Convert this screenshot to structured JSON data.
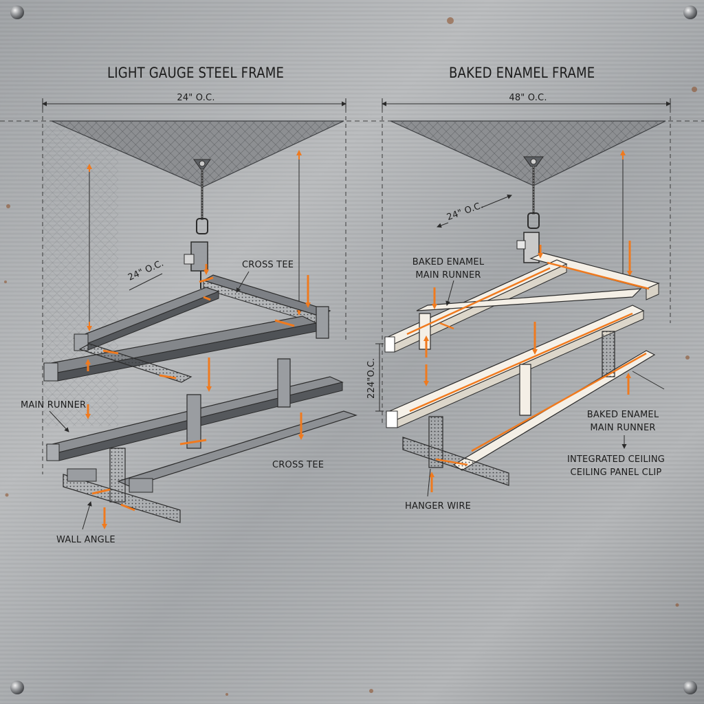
{
  "colors": {
    "plate": "#a9abad",
    "accent": "#f07a1e",
    "ink": "#1e1e1e",
    "steel": "#6e7176",
    "enamel": "#f4efe6",
    "rust": "#8a4a22"
  },
  "left_panel": {
    "title": "LIGHT GAUGE STEEL FRAME",
    "top_dimension": "24\" O.C.",
    "spacing_dimension": "24\" O.C.",
    "labels": {
      "cross_tee_top": "CROSS TEE",
      "main_runner": "MAIN RUNNER",
      "cross_tee_bottom": "CROSS TEE",
      "wall_angle": "WALL ANGLE"
    }
  },
  "right_panel": {
    "title": "BAKED ENAMEL FRAME",
    "top_dimension": "48\" O.C.",
    "spacing_dimension": "24\" O.C.",
    "vertical_dimension": "224\"O.C.",
    "labels": {
      "main_runner_top": "BAKED ENAMEL\nMAIN RUNNER",
      "main_runner_right": "BAKED ENAMEL\nMAIN RUNNER",
      "clip": "INTEGRATED CEILING\nCEILING PANEL CLIP",
      "hanger_wire": "HANGER WIRE"
    }
  }
}
